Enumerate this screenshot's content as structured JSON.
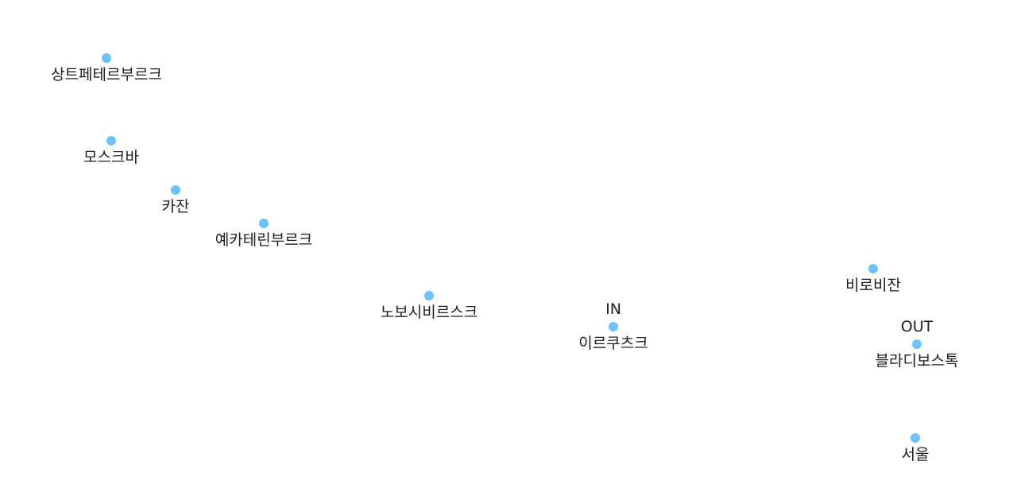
{
  "colors": {
    "marker": "#6cc2ff",
    "marker_border": "#ffffff",
    "text": "#1e1e1e",
    "background": "#ffffff"
  },
  "cities": [
    {
      "key": "saint-petersburg",
      "name": "상트페테르부르크",
      "tag": ""
    },
    {
      "key": "moscow",
      "name": "모스크바",
      "tag": ""
    },
    {
      "key": "kazan",
      "name": "카잔",
      "tag": ""
    },
    {
      "key": "yekaterinburg",
      "name": "예카테린부르크",
      "tag": ""
    },
    {
      "key": "novosibirsk",
      "name": "노보시비르스크",
      "tag": ""
    },
    {
      "key": "irkutsk",
      "name": "이르쿠츠크",
      "tag": "IN"
    },
    {
      "key": "birobidzhan",
      "name": "비로비잔",
      "tag": ""
    },
    {
      "key": "vladivostok",
      "name": "블라디보스톡",
      "tag": "OUT"
    },
    {
      "key": "seoul",
      "name": "서울",
      "tag": ""
    }
  ]
}
